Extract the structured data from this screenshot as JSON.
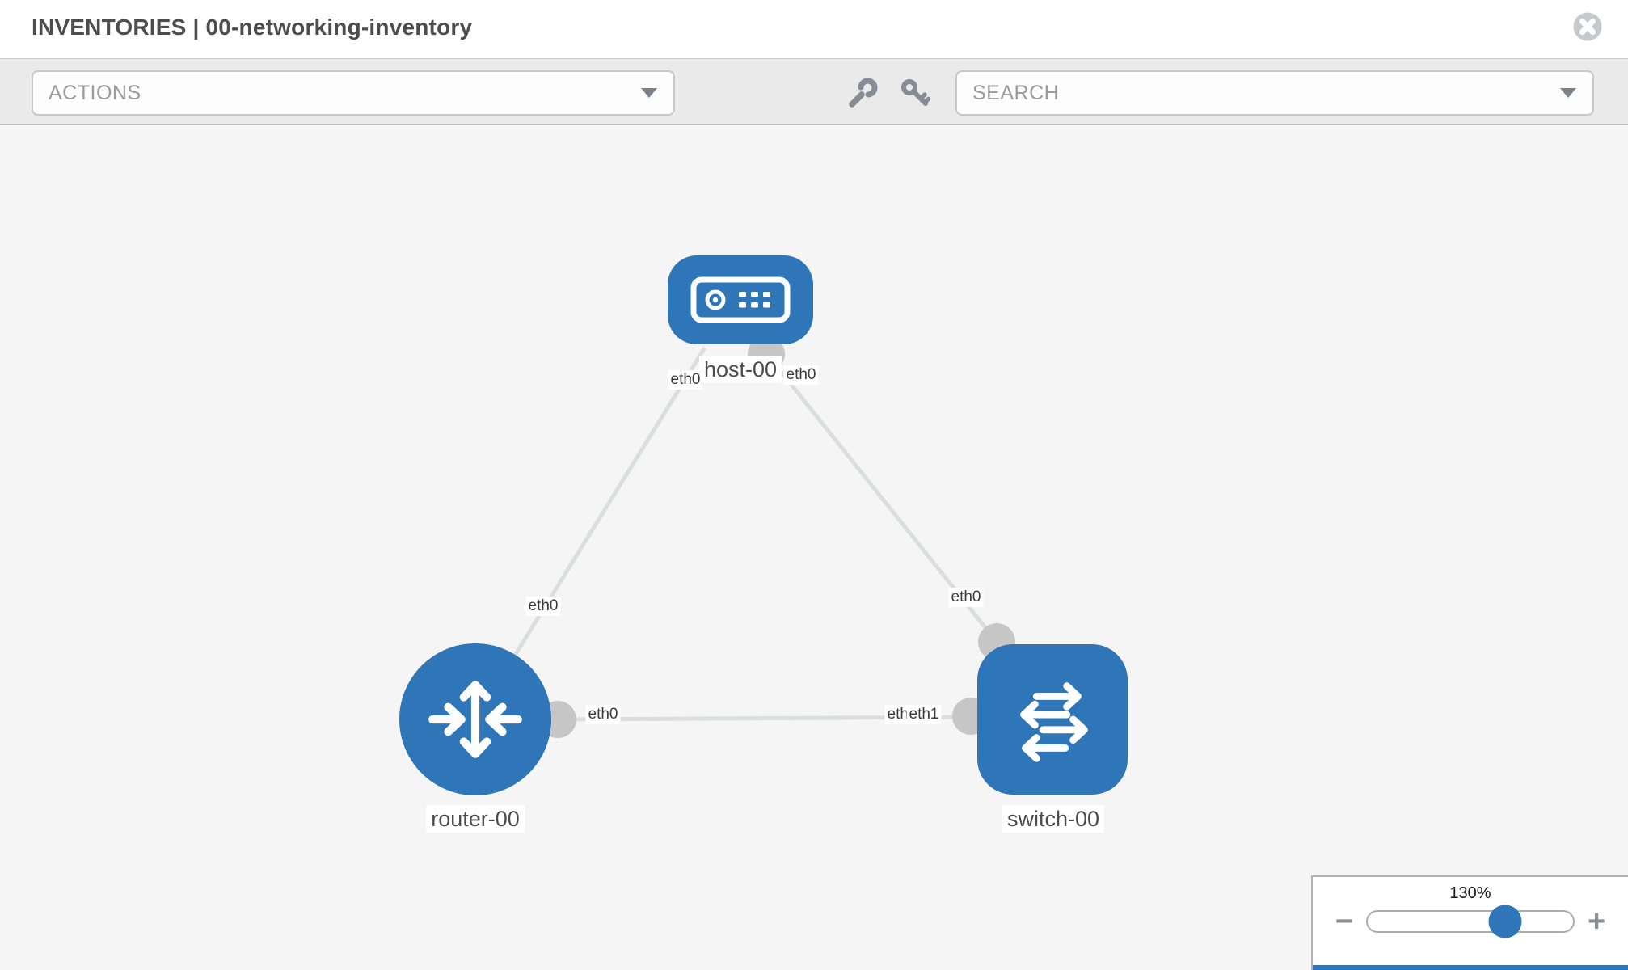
{
  "header": {
    "title": "INVENTORIES | 00-networking-inventory"
  },
  "toolbar": {
    "actions_placeholder": "ACTIONS",
    "search_placeholder": "SEARCH",
    "tools": [
      "wrench-icon",
      "key-icon"
    ]
  },
  "topology": {
    "nodes": [
      {
        "id": "host-00",
        "type": "host",
        "label": "host-00"
      },
      {
        "id": "router-00",
        "type": "router",
        "label": "router-00"
      },
      {
        "id": "switch-00",
        "type": "switch",
        "label": "switch-00"
      }
    ],
    "links": [
      {
        "from": "host-00",
        "from_interface": "eth0",
        "to": "router-00",
        "to_interface": "eth0"
      },
      {
        "from": "host-00",
        "from_interface": "eth0",
        "to": "switch-00",
        "to_interface": "eth0"
      },
      {
        "from": "router-00",
        "from_interface": "eth0",
        "to": "switch-00",
        "to_interface": "eth1"
      }
    ],
    "interface_labels": {
      "host_to_router": "eth0",
      "host_to_switch": "eth0",
      "router_to_host": "eth0",
      "switch_to_host": "eth0",
      "router_to_switch": "eth0",
      "switch_to_router_under": "eth0",
      "switch_to_router": "eth1"
    }
  },
  "zoom_control": {
    "value_label": "130%",
    "percent": 130,
    "zoom_out_label": "−",
    "zoom_in_label": "+"
  },
  "colors": {
    "node_blue": "#2f76b8",
    "link_gray": "#dcdddd",
    "endpoint_gray": "#c6c6c6",
    "canvas_bg": "#f5f5f6",
    "toolbar_bg": "#eaeaea"
  }
}
